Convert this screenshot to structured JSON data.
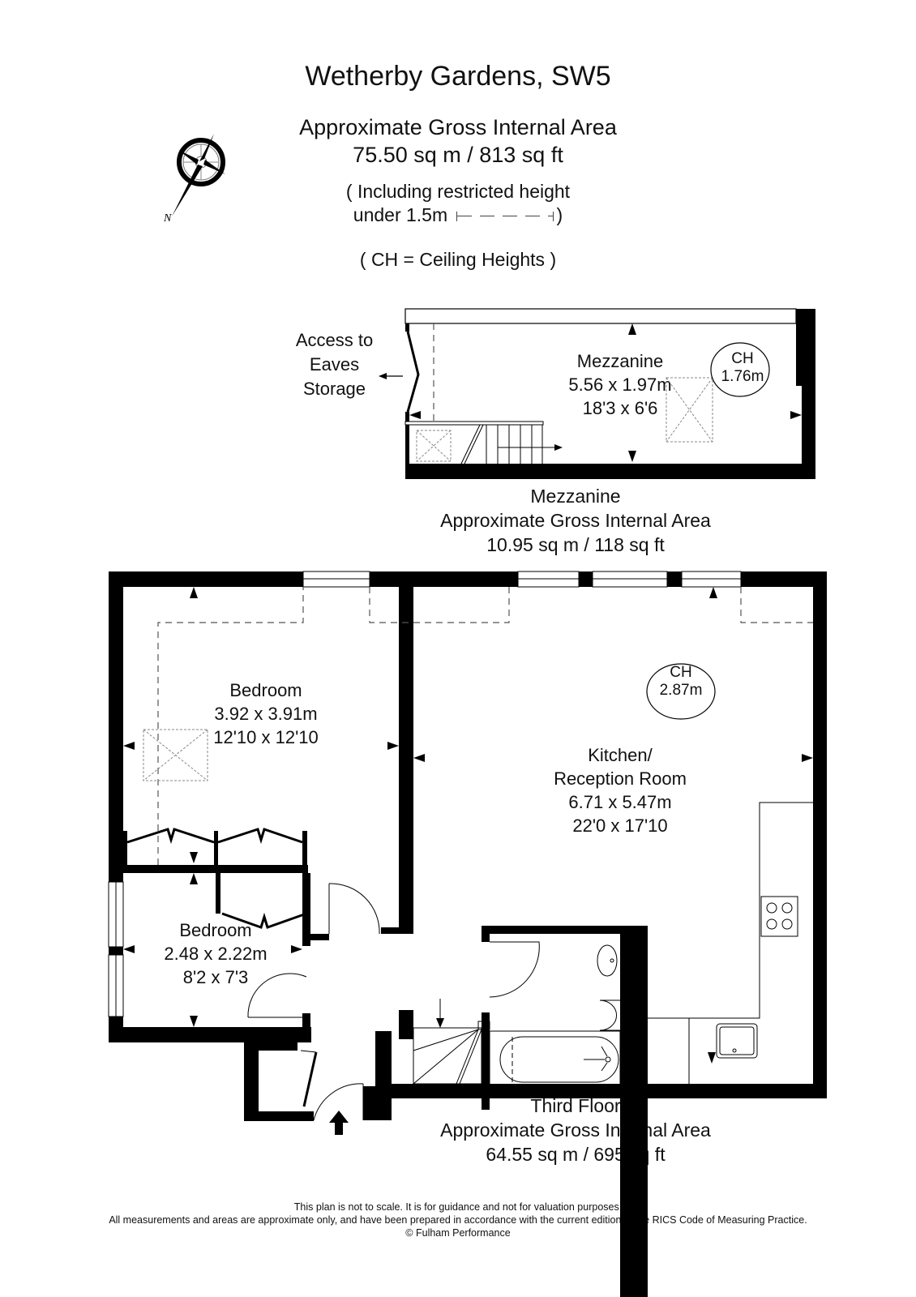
{
  "header": {
    "title": "Wetherby Gardens, SW5",
    "gia_heading": "Approximate Gross Internal Area",
    "gia_total": "75.50 sq m  /  813 sq ft",
    "restricted_note_line1": "( Including restricted height",
    "restricted_note_line2_prefix": "under 1.5m",
    "restricted_note_line2_suffix": ")",
    "ch_note": "( CH = Ceiling Heights )",
    "compass_letter": "N"
  },
  "mezzanine": {
    "access_label": [
      "Access to",
      "Eaves",
      "Storage"
    ],
    "room": {
      "name": "Mezzanine",
      "dims_metric": "5.56 x 1.97m",
      "dims_imperial": "18'3 x 6'6"
    },
    "ceiling_height": {
      "label": "CH",
      "value": "1.76m"
    },
    "summary": {
      "name": "Mezzanine",
      "heading": "Approximate Gross Internal Area",
      "area": "10.95 sq m  /  118 sq ft"
    }
  },
  "third_floor": {
    "rooms": [
      {
        "name": "Bedroom",
        "dims_metric": "3.92 x 3.91m",
        "dims_imperial": "12'10 x 12'10"
      },
      {
        "name": "Bedroom",
        "dims_metric": "2.48 x 2.22m",
        "dims_imperial": "8'2 x 7'3"
      },
      {
        "name_line1": "Kitchen/",
        "name_line2": "Reception Room",
        "dims_metric": "6.71 x 5.47m",
        "dims_imperial": "22'0 x 17'10"
      }
    ],
    "ceiling_height": {
      "label": "CH",
      "value": "2.87m"
    },
    "summary": {
      "name": "Third Floor",
      "heading": "Approximate Gross Internal Area",
      "area": "64.55 sq m  /  695 sq ft"
    }
  },
  "footer": {
    "line1": "This plan is not to scale. It is for guidance and not for valuation purposes.",
    "line2": "All measurements and areas are approximate only, and have been prepared in accordance with the current edition of the RICS Code of Measuring Practice.",
    "line3": "© Fulham Performance"
  },
  "colors": {
    "wall": "#000000",
    "line": "#111111",
    "dashed": "#555555",
    "background": "#ffffff"
  }
}
